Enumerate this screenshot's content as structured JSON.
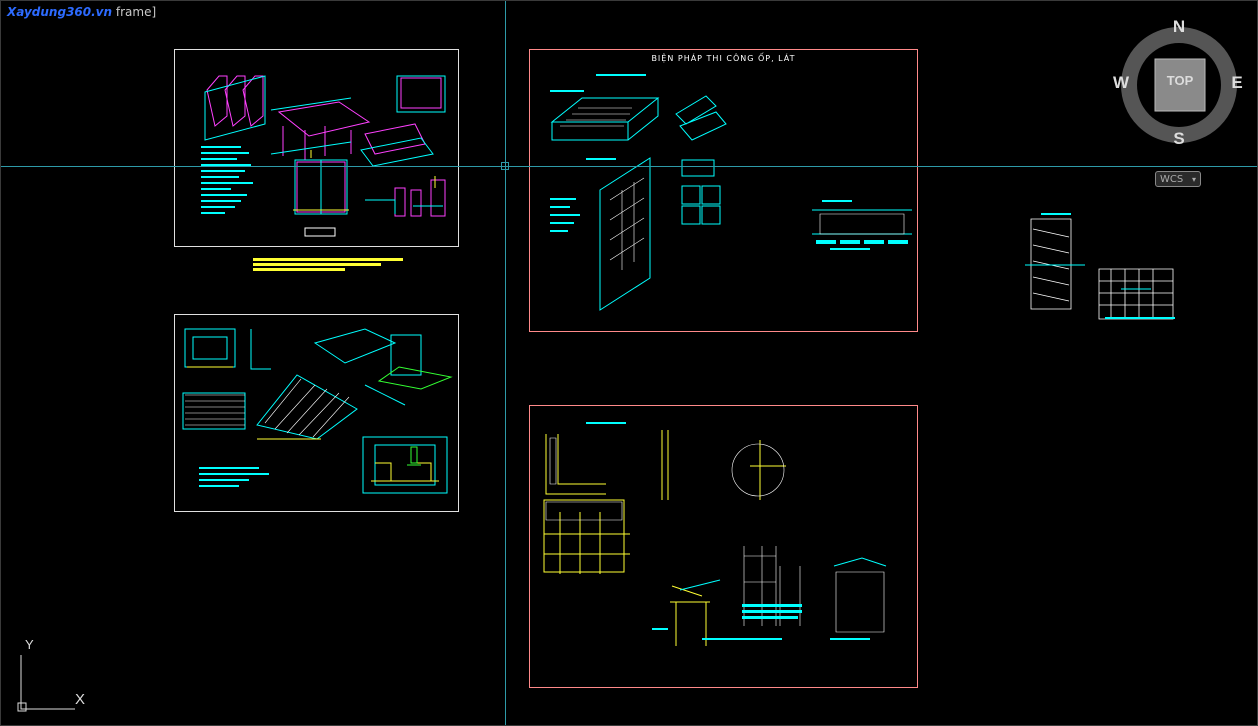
{
  "viewport": {
    "label_brand": "Xaydung360.vn",
    "label_suffix": "frame]"
  },
  "sheets": {
    "right_top_title": "BIỆN PHÁP THI CÔNG ỐP, LÁT"
  },
  "viewcube": {
    "top_label": "TOP",
    "north": "N",
    "south": "S",
    "east": "E",
    "west": "W"
  },
  "wcs": {
    "label": "WCS"
  },
  "ucs": {
    "x_label": "X",
    "y_label": "Y"
  },
  "colors": {
    "crosshair": "#2e9aa8",
    "sheet_border": "#e0e0e0",
    "sheet_border_red": "#ff8a8a",
    "cad_cyan": "#00ffff",
    "cad_magenta": "#ff40ff",
    "cad_yellow": "#ffff33",
    "cad_green": "#33ff33"
  }
}
